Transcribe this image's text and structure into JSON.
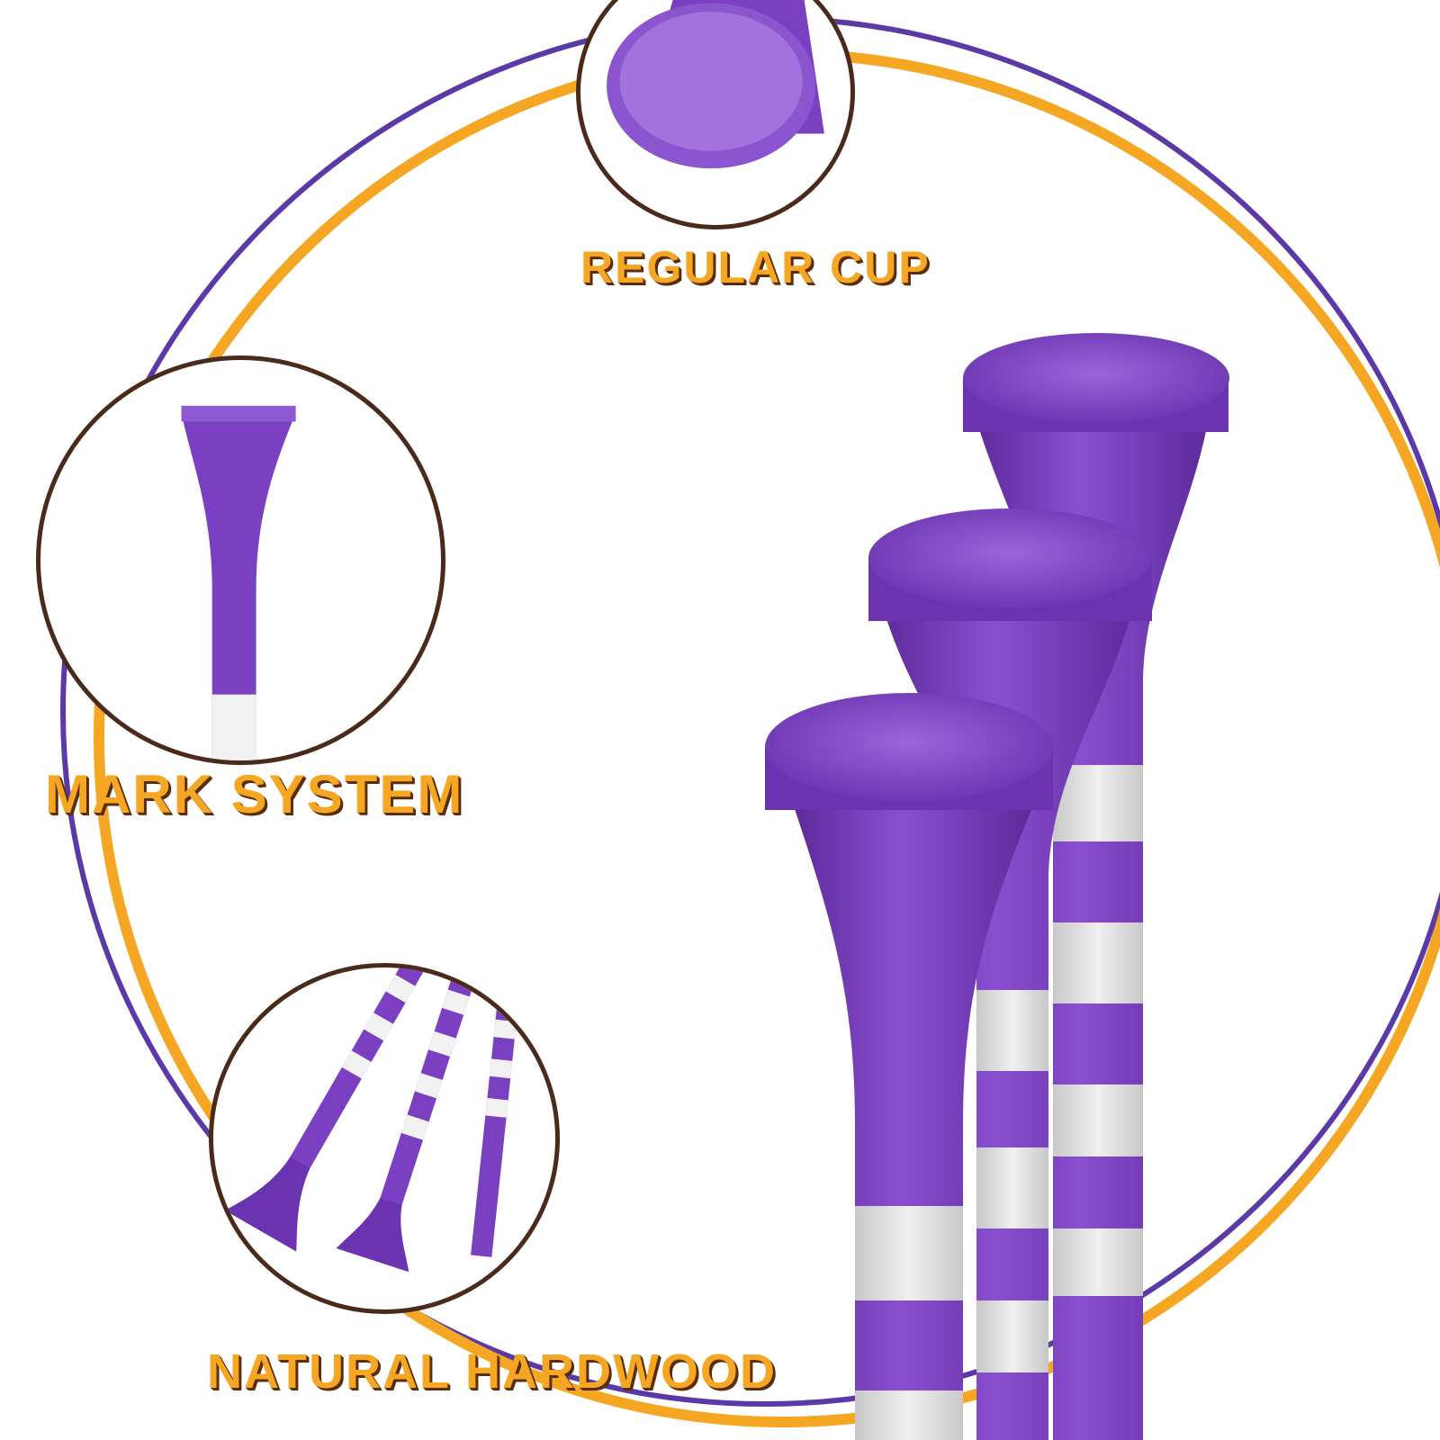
{
  "colors": {
    "tee_purple": "#7b3fc2",
    "tee_purple_dark": "#5c2a99",
    "band_white": "#e4e4e4",
    "ring_orange": "#f5a623",
    "ring_purple": "#5b3aa8",
    "label_fill": "#f5a623",
    "label_shadow": "#5a2d0c",
    "inset_border": "#4a2a1a"
  },
  "labels": {
    "regular_cup": "REGULAR CUP",
    "mark_system": "MARK SYSTEM",
    "natural_hardwood": "NATURAL HARDWOOD"
  },
  "icons": {
    "cup_inset": "tee-cup-closeup",
    "mark_inset": "tee-mark-band",
    "wood_inset": "three-striped-tees"
  }
}
